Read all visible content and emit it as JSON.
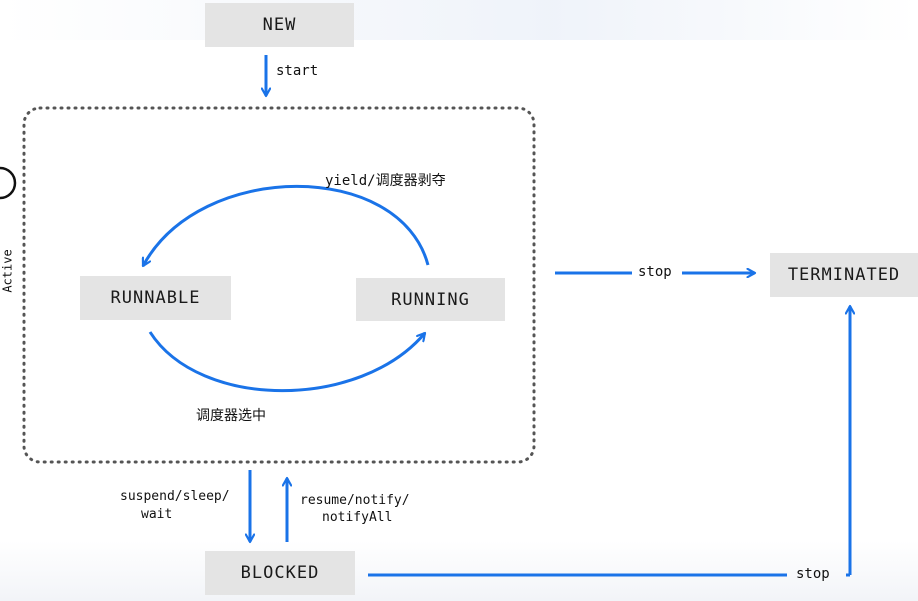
{
  "states": {
    "new": "NEW",
    "runnable": "RUNNABLE",
    "running": "RUNNING",
    "terminated": "TERMINATED",
    "blocked": "BLOCKED"
  },
  "labels": {
    "start": "start",
    "yield": "yield/调度器剥夺",
    "scheduler_select": "调度器选中",
    "stop_top": "stop",
    "stop_bottom": "stop",
    "suspend_line1": "suspend/sleep/",
    "suspend_line2": "wait",
    "resume_line1": "resume/notify/",
    "resume_line2": "notifyAll",
    "active": "Active"
  },
  "colors": {
    "arrow": "#1a73e8",
    "box": "#e4e4e4",
    "dotted_border": "#555555"
  }
}
